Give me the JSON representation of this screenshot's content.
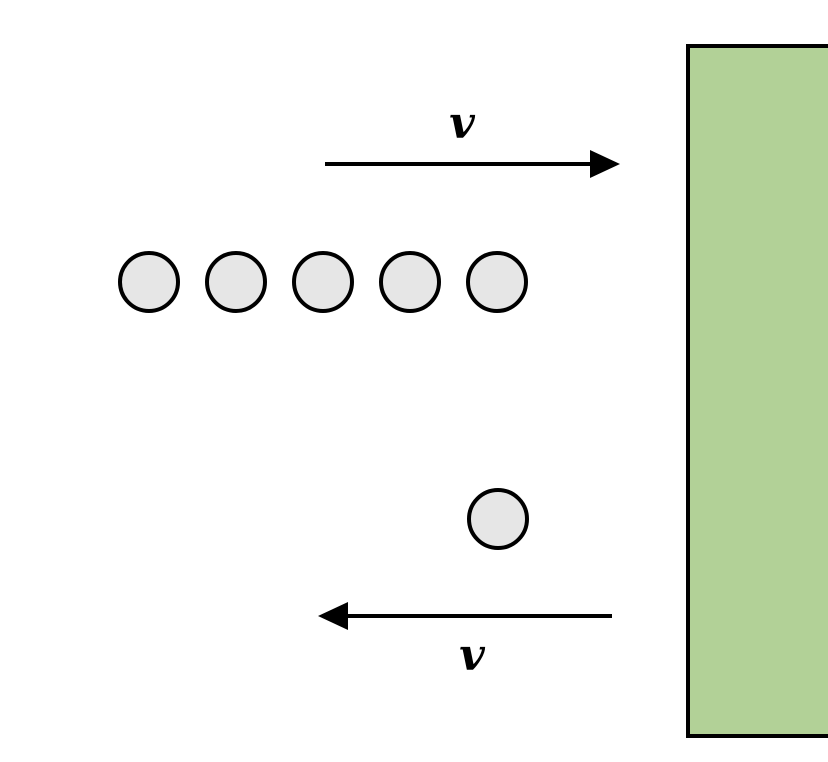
{
  "diagram": {
    "incoming_velocity_label": "v",
    "outgoing_velocity_label": "v",
    "incoming_ball_count": 5,
    "outgoing_ball_count": 1
  },
  "colors": {
    "wall_fill": "#b2d197",
    "ball_fill": "#e6e6e6",
    "stroke": "#000000",
    "background": "#ffffff"
  }
}
